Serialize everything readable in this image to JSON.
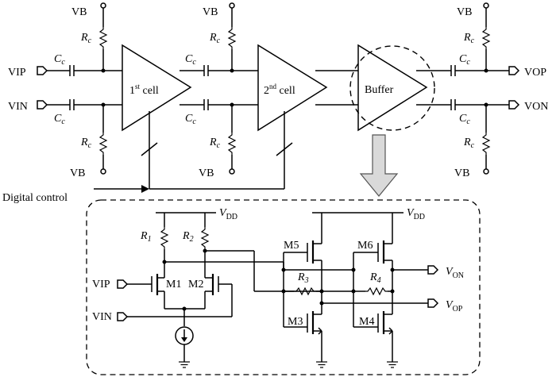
{
  "labels": {
    "vb": "VB",
    "rc_main": "R",
    "rc_sub": "c",
    "cc_main": "C",
    "cc_sub": "c",
    "vip": "VIP",
    "vin": "VIN",
    "vop": "VOP",
    "von": "VON",
    "cell1_num": "1",
    "cell1_sup": "st",
    "cell1_word": " cell",
    "cell2_num": "2",
    "cell2_sup": "nd",
    "cell2_word": " cell",
    "buffer": "Buffer",
    "digital_control": "Digital control"
  },
  "detail": {
    "vdd_main": "V",
    "vdd_sub": "DD",
    "r1_main": "R",
    "r1_sub": "1",
    "r2_main": "R",
    "r2_sub": "2",
    "r3_main": "R",
    "r3_sub": "3",
    "r4_main": "R",
    "r4_sub": "4",
    "m1": "M1",
    "m2": "M2",
    "m3": "M3",
    "m4": "M4",
    "m5": "M5",
    "m6": "M6",
    "vip": "VIP",
    "vin": "VIN",
    "von_main": "V",
    "von_sub": "ON",
    "vop_main": "V",
    "vop_sub": "OP"
  }
}
